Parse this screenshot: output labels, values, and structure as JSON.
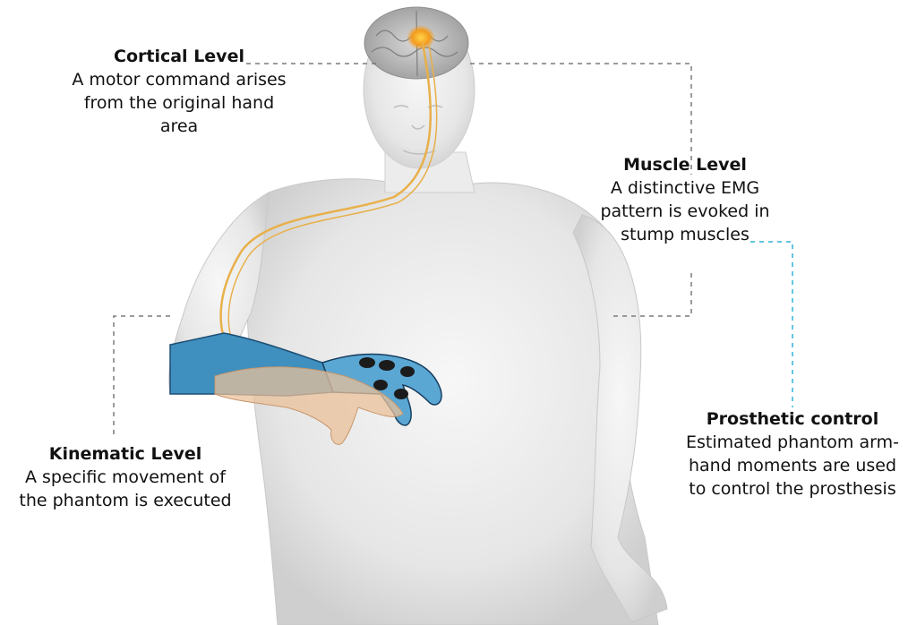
{
  "labels": {
    "cortical": {
      "title": "Cortical Level",
      "lines": [
        "A motor command arises",
        "from the original hand",
        "area"
      ]
    },
    "muscle": {
      "title": "Muscle Level",
      "lines": [
        "A distinctive EMG",
        "pattern is evoked in",
        "stump muscles"
      ]
    },
    "kinematic": {
      "title": "Kinematic Level",
      "lines": [
        "A specific movement of",
        "the phantom is executed"
      ]
    },
    "prosthetic": {
      "title": "Prosthetic control",
      "lines": [
        "Estimated phantom arm-",
        "hand moments are used",
        "to control the prosthesis"
      ]
    }
  },
  "colors": {
    "gray_leader": "#7a7a7a",
    "cyan_leader": "#2fb3d6",
    "nerve": "#e8b04a",
    "brain_activation": "#f39a1c",
    "prosthesis": "#3f8fbf",
    "phantom_hand": "#e9c09a"
  }
}
